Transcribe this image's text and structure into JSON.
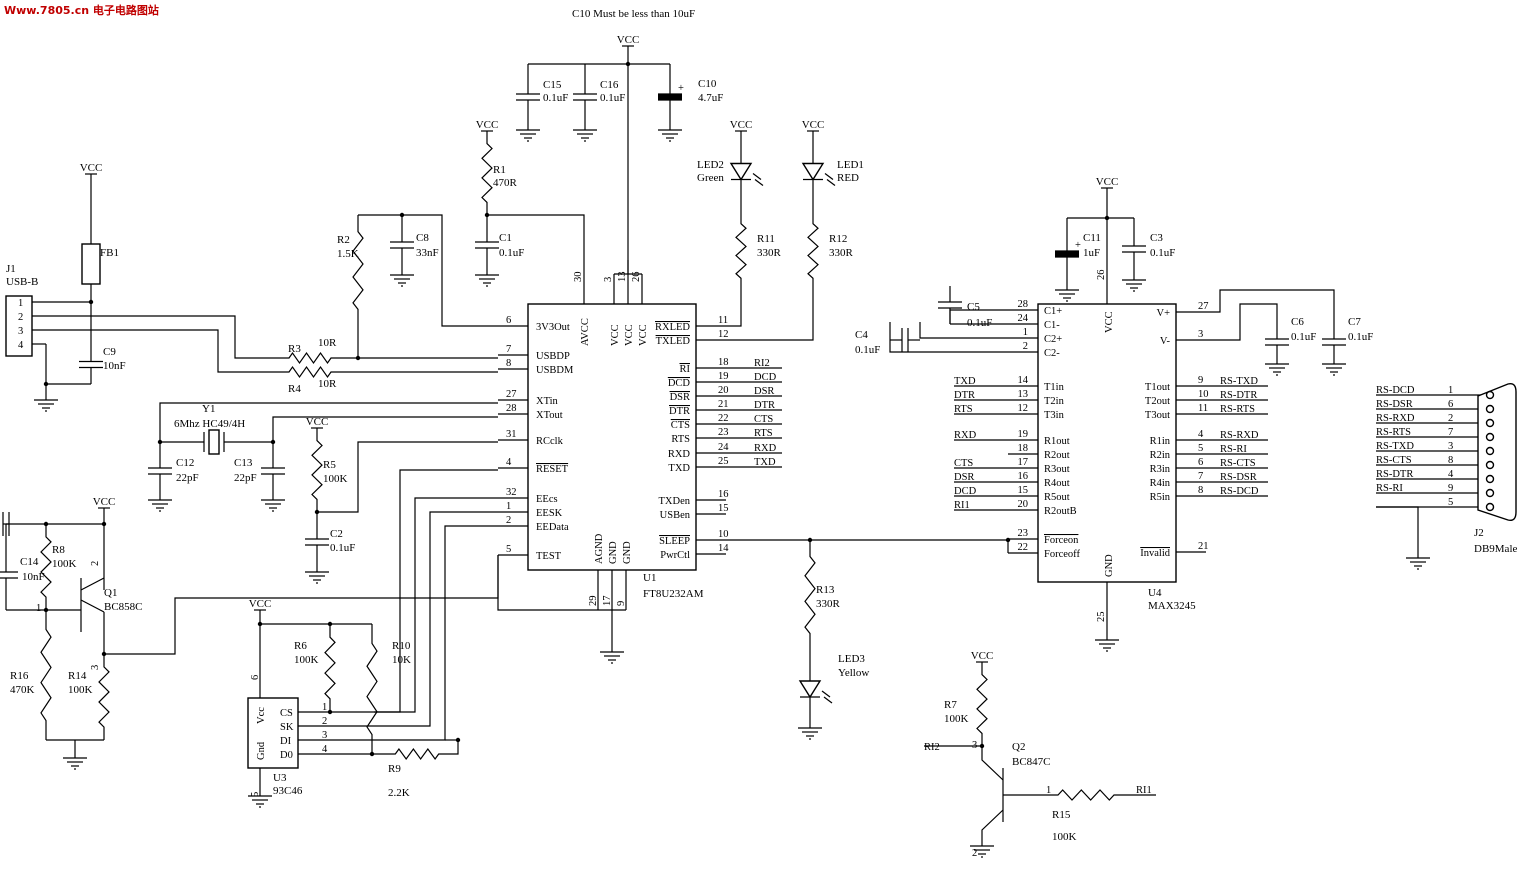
{
  "watermark": "Www.7805.cn 电子电路图站",
  "note": "C10 Must be less than 10uF",
  "power": "VCC",
  "u1": {
    "ref": "U1",
    "part": "FT8U232AM",
    "left_pins": [
      {
        "num": "6",
        "name": "3V3Out"
      },
      {
        "num": "7",
        "name": "USBDP"
      },
      {
        "num": "8",
        "name": "USBDM"
      },
      {
        "num": "27",
        "name": "XTin"
      },
      {
        "num": "28",
        "name": "XTout"
      },
      {
        "num": "31",
        "name": "RCclk"
      },
      {
        "num": "4",
        "name": "RESET"
      },
      {
        "num": "32",
        "name": "EEcs"
      },
      {
        "num": "1",
        "name": "EESK"
      },
      {
        "num": "2",
        "name": "EEData"
      },
      {
        "num": "5",
        "name": "TEST"
      }
    ],
    "top_pins": [
      {
        "num": "30",
        "name": "AVCC"
      },
      {
        "num": "3",
        "name": "VCC"
      },
      {
        "num": "13",
        "name": "VCC"
      },
      {
        "num": "26",
        "name": "VCC"
      }
    ],
    "bottom_pins": [
      {
        "num": "29",
        "name": "AGND"
      },
      {
        "num": "17",
        "name": "GND"
      },
      {
        "num": "9",
        "name": "GND"
      }
    ],
    "right_pins": [
      {
        "num": "11",
        "name": "RXLED",
        "net": ""
      },
      {
        "num": "12",
        "name": "TXLED",
        "net": ""
      },
      {
        "num": "18",
        "name": "RI",
        "net": "RI2"
      },
      {
        "num": "19",
        "name": "DCD",
        "net": "DCD"
      },
      {
        "num": "20",
        "name": "DSR",
        "net": "DSR"
      },
      {
        "num": "21",
        "name": "DTR",
        "net": "DTR"
      },
      {
        "num": "22",
        "name": "CTS",
        "net": "CTS"
      },
      {
        "num": "23",
        "name": "RTS",
        "net": "RTS"
      },
      {
        "num": "24",
        "name": "RXD",
        "net": "RXD"
      },
      {
        "num": "25",
        "name": "TXD",
        "net": "TXD"
      },
      {
        "num": "16",
        "name": "TXDen",
        "net": ""
      },
      {
        "num": "15",
        "name": "USBen",
        "net": ""
      },
      {
        "num": "10",
        "name": "SLEEP",
        "net": ""
      },
      {
        "num": "14",
        "name": "PwrCtl",
        "net": ""
      }
    ]
  },
  "u4": {
    "ref": "U4",
    "part": "MAX3245",
    "left_pins": [
      {
        "num": "28",
        "name": "C1+",
        "net": ""
      },
      {
        "num": "24",
        "name": "C1-",
        "net": ""
      },
      {
        "num": "1",
        "name": "C2+",
        "net": ""
      },
      {
        "num": "2",
        "name": "C2-",
        "net": ""
      },
      {
        "num": "14",
        "name": "T1in",
        "net": "TXD"
      },
      {
        "num": "13",
        "name": "T2in",
        "net": "DTR"
      },
      {
        "num": "12",
        "name": "T3in",
        "net": "RTS"
      },
      {
        "num": "19",
        "name": "R1out",
        "net": "RXD"
      },
      {
        "num": "18",
        "name": "R2out",
        "net": ""
      },
      {
        "num": "17",
        "name": "R3out",
        "net": "CTS"
      },
      {
        "num": "16",
        "name": "R4out",
        "net": "DSR"
      },
      {
        "num": "15",
        "name": "R5out",
        "net": "DCD"
      },
      {
        "num": "20",
        "name": "R2outB",
        "net": "RI1"
      },
      {
        "num": "23",
        "name": "Forceon",
        "net": ""
      },
      {
        "num": "22",
        "name": "Forceoff",
        "net": ""
      }
    ],
    "right_pins": [
      {
        "num": "27",
        "name": "V+",
        "net": ""
      },
      {
        "num": "3",
        "name": "V-",
        "net": ""
      },
      {
        "num": "9",
        "name": "T1out",
        "net": "RS-TXD"
      },
      {
        "num": "10",
        "name": "T2out",
        "net": "RS-DTR"
      },
      {
        "num": "11",
        "name": "T3out",
        "net": "RS-RTS"
      },
      {
        "num": "4",
        "name": "R1in",
        "net": "RS-RXD"
      },
      {
        "num": "5",
        "name": "R2in",
        "net": "RS-RI"
      },
      {
        "num": "6",
        "name": "R3in",
        "net": "RS-CTS"
      },
      {
        "num": "7",
        "name": "R4in",
        "net": "RS-DSR"
      },
      {
        "num": "8",
        "name": "R5in",
        "net": "RS-DCD"
      },
      {
        "num": "21",
        "name": "Invalid",
        "net": ""
      }
    ],
    "vcc_pin": "26",
    "gnd_pin": "25",
    "vcc_label": "VCC",
    "gnd_label": "GND"
  },
  "u3": {
    "ref": "U3",
    "part": "93C46",
    "pins": [
      {
        "num": "1",
        "name": "CS"
      },
      {
        "num": "2",
        "name": "SK"
      },
      {
        "num": "3",
        "name": "DI"
      },
      {
        "num": "4",
        "name": "D0"
      }
    ],
    "vcc_pin": "6",
    "gnd_pin": "5",
    "vcc_label": "Vcc",
    "gnd_label": "Gnd"
  },
  "j1": {
    "ref": "J1",
    "part": "USB-B",
    "pins": [
      "1",
      "2",
      "3",
      "4"
    ]
  },
  "j2": {
    "ref": "J2",
    "part": "DB9Male",
    "rows": [
      {
        "net": "RS-DCD",
        "pin": "1"
      },
      {
        "net": "RS-DSR",
        "pin": "6"
      },
      {
        "net": "RS-RXD",
        "pin": "2"
      },
      {
        "net": "RS-RTS",
        "pin": "7"
      },
      {
        "net": "RS-TXD",
        "pin": "3"
      },
      {
        "net": "RS-CTS",
        "pin": "8"
      },
      {
        "net": "RS-DTR",
        "pin": "4"
      },
      {
        "net": "RS-RI",
        "pin": "9"
      },
      {
        "net": "",
        "pin": "5"
      }
    ]
  },
  "components": {
    "FB1": {
      "ref": "FB1",
      "value": ""
    },
    "C9": {
      "ref": "C9",
      "value": "10nF"
    },
    "C15": {
      "ref": "C15",
      "value": "0.1uF"
    },
    "C16": {
      "ref": "C16",
      "value": "0.1uF"
    },
    "C10": {
      "ref": "C10",
      "value": "4.7uF"
    },
    "R1": {
      "ref": "R1",
      "value": "470R"
    },
    "C1": {
      "ref": "C1",
      "value": "0.1uF"
    },
    "R2": {
      "ref": "R2",
      "value": "1.5K"
    },
    "C8": {
      "ref": "C8",
      "value": "33nF"
    },
    "R3": {
      "ref": "R3",
      "value": "10R"
    },
    "R4": {
      "ref": "R4",
      "value": "10R"
    },
    "Y1": {
      "ref": "Y1",
      "value": "6Mhz HC49/4H"
    },
    "C12": {
      "ref": "C12",
      "value": "22pF"
    },
    "C13": {
      "ref": "C13",
      "value": "22pF"
    },
    "R5": {
      "ref": "R5",
      "value": "100K"
    },
    "C2": {
      "ref": "C2",
      "value": "0.1uF"
    },
    "LED2": {
      "ref": "LED2",
      "value": "Green"
    },
    "LED1": {
      "ref": "LED1",
      "value": "RED"
    },
    "R11": {
      "ref": "R11",
      "value": "330R"
    },
    "R12": {
      "ref": "R12",
      "value": "330R"
    },
    "R13": {
      "ref": "R13",
      "value": "330R"
    },
    "LED3": {
      "ref": "LED3",
      "value": "Yellow"
    },
    "C11": {
      "ref": "C11",
      "value": "1uF"
    },
    "C3": {
      "ref": "C3",
      "value": "0.1uF"
    },
    "C5": {
      "ref": "C5",
      "value": "0.1uF"
    },
    "C4": {
      "ref": "C4",
      "value": "0.1uF"
    },
    "C6": {
      "ref": "C6",
      "value": "0.1uF"
    },
    "C7": {
      "ref": "C7",
      "value": "0.1uF"
    },
    "C14": {
      "ref": "C14",
      "value": "10nF"
    },
    "R8": {
      "ref": "R8",
      "value": "100K"
    },
    "Q1": {
      "ref": "Q1",
      "value": "BC858C"
    },
    "R16": {
      "ref": "R16",
      "value": "470K"
    },
    "R14": {
      "ref": "R14",
      "value": "100K"
    },
    "R6": {
      "ref": "R6",
      "value": "100K"
    },
    "R10": {
      "ref": "R10",
      "value": "10K"
    },
    "R9": {
      "ref": "R9",
      "value": "2.2K"
    },
    "R7": {
      "ref": "R7",
      "value": "100K"
    },
    "Q2": {
      "ref": "Q2",
      "value": "BC847C"
    },
    "R15": {
      "ref": "R15",
      "value": "100K"
    }
  },
  "q1_pins": [
    "1",
    "2",
    "3"
  ],
  "q2_pins": [
    "1",
    "2",
    "3"
  ],
  "q2_nets": {
    "base": "RI1",
    "collector": "RI2"
  }
}
